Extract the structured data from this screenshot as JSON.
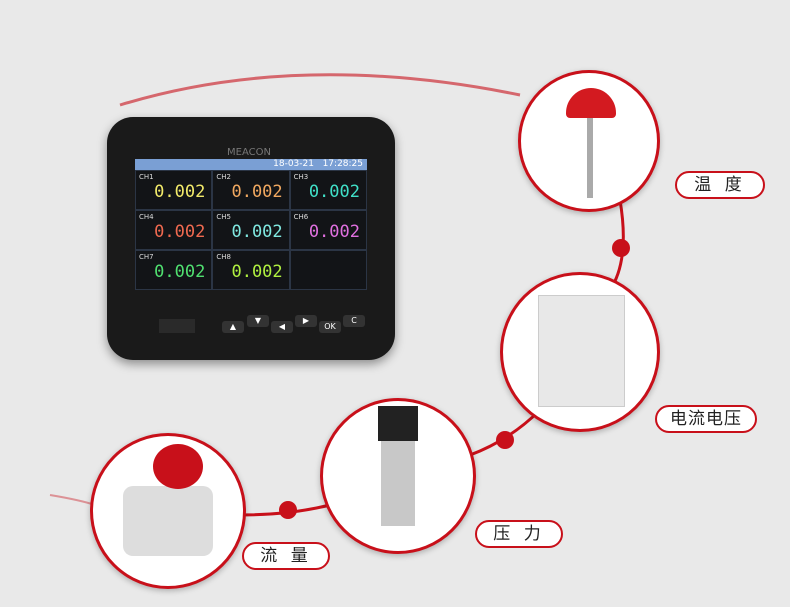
{
  "device": {
    "brand": "MEACON",
    "date": "18-03-21",
    "time": "17:28:25",
    "channels": [
      {
        "name": "CH1",
        "value": "0.002",
        "color": "#f2ea6a"
      },
      {
        "name": "CH2",
        "value": "0.002",
        "color": "#f0a860"
      },
      {
        "name": "CH3",
        "value": "0.002",
        "color": "#40e0c8"
      },
      {
        "name": "CH4",
        "value": "0.002",
        "color": "#f06a50"
      },
      {
        "name": "CH5",
        "value": "0.002",
        "color": "#80e8e0"
      },
      {
        "name": "CH6",
        "value": "0.002",
        "color": "#e070e0"
      },
      {
        "name": "CH7",
        "value": "0.002",
        "color": "#50e070"
      },
      {
        "name": "CH8",
        "value": "0.002",
        "color": "#b0f040"
      }
    ],
    "buttons": [
      "▲",
      "▼",
      "◀",
      "▶",
      "OK",
      "C"
    ]
  },
  "labels": {
    "temperature": "温 度",
    "current_voltage": "电流电压",
    "pressure": "压 力",
    "flow": "流 量"
  },
  "colors": {
    "accent": "#c8101a"
  }
}
